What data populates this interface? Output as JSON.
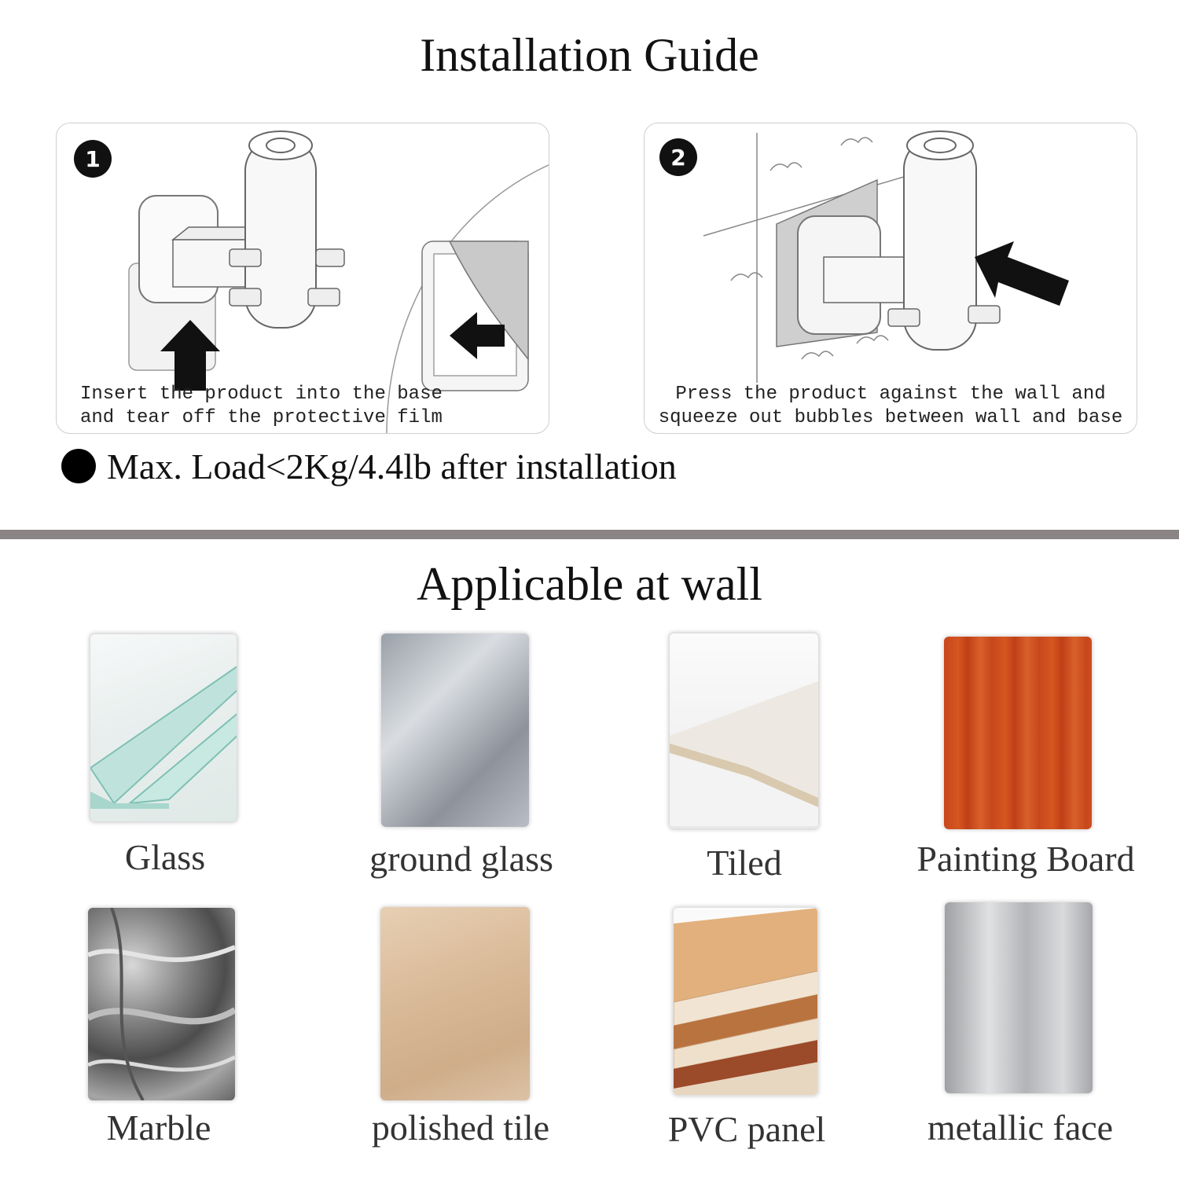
{
  "installation": {
    "title": "Installation Guide",
    "steps": [
      {
        "number": "1",
        "caption": "Insert the product into the base\nand tear off the protective film"
      },
      {
        "number": "2",
        "caption": "Press the product against the wall and\nsqueeze out bubbles between wall and base"
      }
    ],
    "load_note": "Max. Load<2Kg/4.4lb after installation"
  },
  "surfaces": {
    "title": "Applicable at wall",
    "items": [
      {
        "label": "Glass"
      },
      {
        "label": "ground glass"
      },
      {
        "label": "Tiled"
      },
      {
        "label": "Painting Board"
      },
      {
        "label": "Marble"
      },
      {
        "label": "polished tile"
      },
      {
        "label": "PVC panel"
      },
      {
        "label": "metallic face"
      }
    ]
  }
}
